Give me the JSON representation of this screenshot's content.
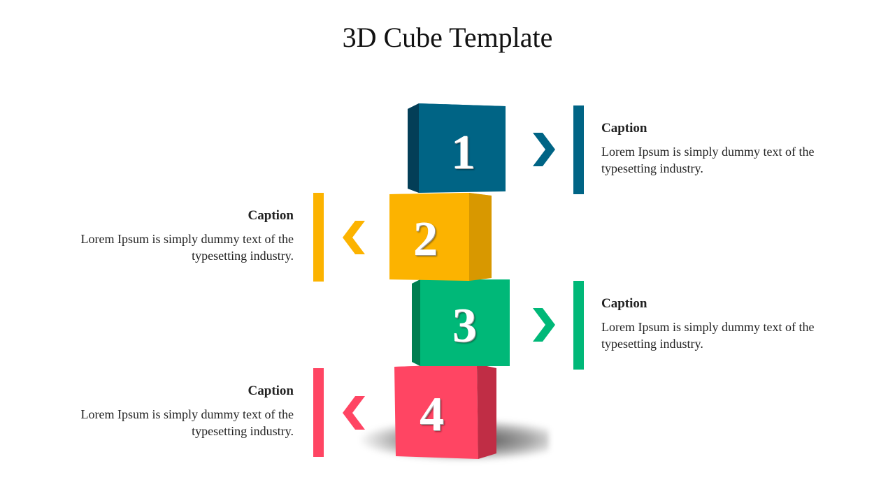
{
  "slide": {
    "title": "3D Cube Template"
  },
  "cubes": [
    {
      "number": "1",
      "front": "#006485",
      "side": "#033e57",
      "top": "#0a7295"
    },
    {
      "number": "2",
      "front": "#fcb300",
      "side": "#d89800",
      "top": "#ffc21a"
    },
    {
      "number": "3",
      "front": "#00b878",
      "side": "#007e50",
      "top": "#12c98b"
    },
    {
      "number": "4",
      "front": "#ff4563",
      "side": "#c02d45",
      "top": "#ff6b83"
    }
  ],
  "captions": [
    {
      "heading": "Caption",
      "text": "Lorem Ipsum is simply dummy text of the typesetting industry.",
      "color": "#006485"
    },
    {
      "heading": "Caption",
      "text": "Lorem Ipsum is simply dummy text of the typesetting industry.",
      "color": "#fcb300"
    },
    {
      "heading": "Caption",
      "text": "Lorem Ipsum is simply dummy text of the typesetting industry.",
      "color": "#00b878"
    },
    {
      "heading": "Caption",
      "text": "Lorem Ipsum is simply dummy text of the typesetting industry.",
      "color": "#ff4563"
    }
  ]
}
